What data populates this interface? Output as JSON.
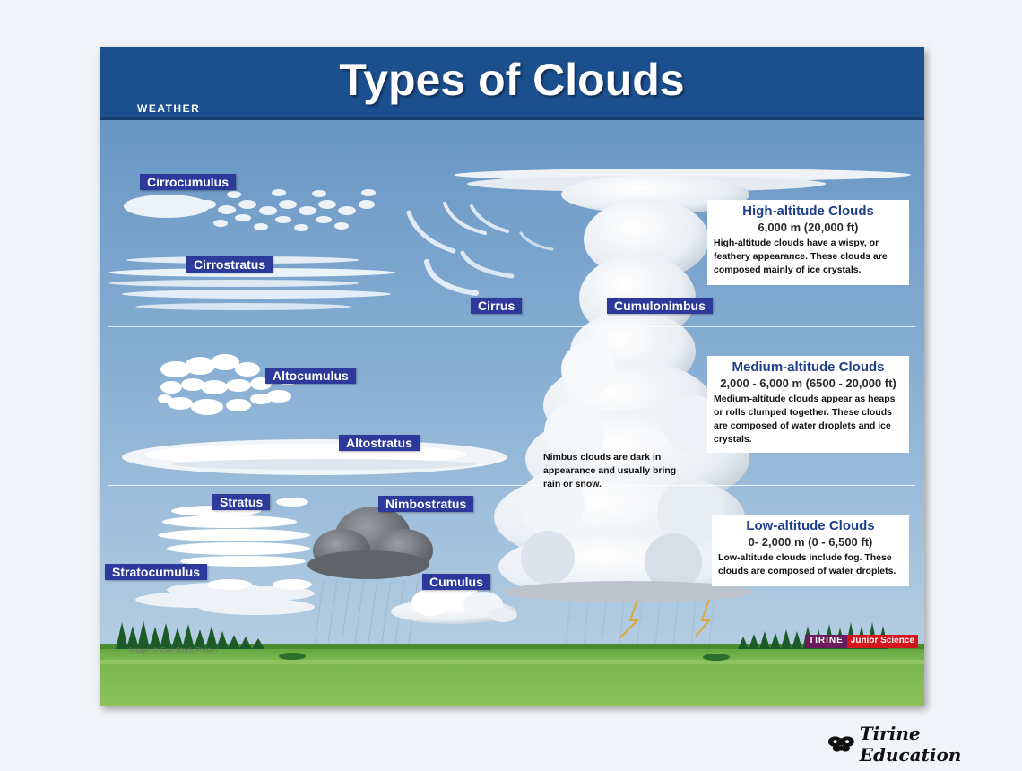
{
  "header": {
    "title": "Types of Clouds",
    "logo_text": "WEATHER"
  },
  "cloud_labels": {
    "cirrocumulus": "Cirrocumulus",
    "cirrostratus": "Cirrostratus",
    "cirrus": "Cirrus",
    "cumulonimbus": "Cumulonimbus",
    "altocumulus": "Altocumulus",
    "altostratus": "Altostratus",
    "stratus": "Stratus",
    "nimbostratus": "Nimbostratus",
    "stratocumulus": "Stratocumulus",
    "cumulus": "Cumulus"
  },
  "altitude_info": {
    "high": {
      "heading": "High-altitude Clouds",
      "range": "6,000 m (20,000 ft)",
      "description": "High-altitude clouds have a wispy, or feathery appearance. These clouds are composed mainly of ice crystals."
    },
    "medium": {
      "heading": "Medium-altitude Clouds",
      "range": "2,000 - 6,000 m (6500 - 20,000 ft)",
      "description": "Medium-altitude clouds appear as heaps or rolls clumped together. These clouds are composed of water droplets and ice crystals."
    },
    "low": {
      "heading": "Low-altitude Clouds",
      "range": "0- 2,000 m (0 - 6,500 ft)",
      "description": "Low-altitude clouds include fog. These clouds are composed of water droplets."
    }
  },
  "nimbus_note": "Nimbus clouds are dark in appearance and usually bring rain or snow.",
  "image_credit": "Image: © Can Stock Photo / ...",
  "poster_brand": {
    "name": "TIRINE",
    "tagline": "Junior Science"
  },
  "footer_brand": "Tirine Education",
  "colors": {
    "header": "#1b4f8e",
    "label_bg": "#2d3a9b",
    "info_heading": "#1e3f8a",
    "grass": "#86bd5a",
    "brand_purple": "#6b1a5e",
    "brand_red": "#d4151c"
  }
}
